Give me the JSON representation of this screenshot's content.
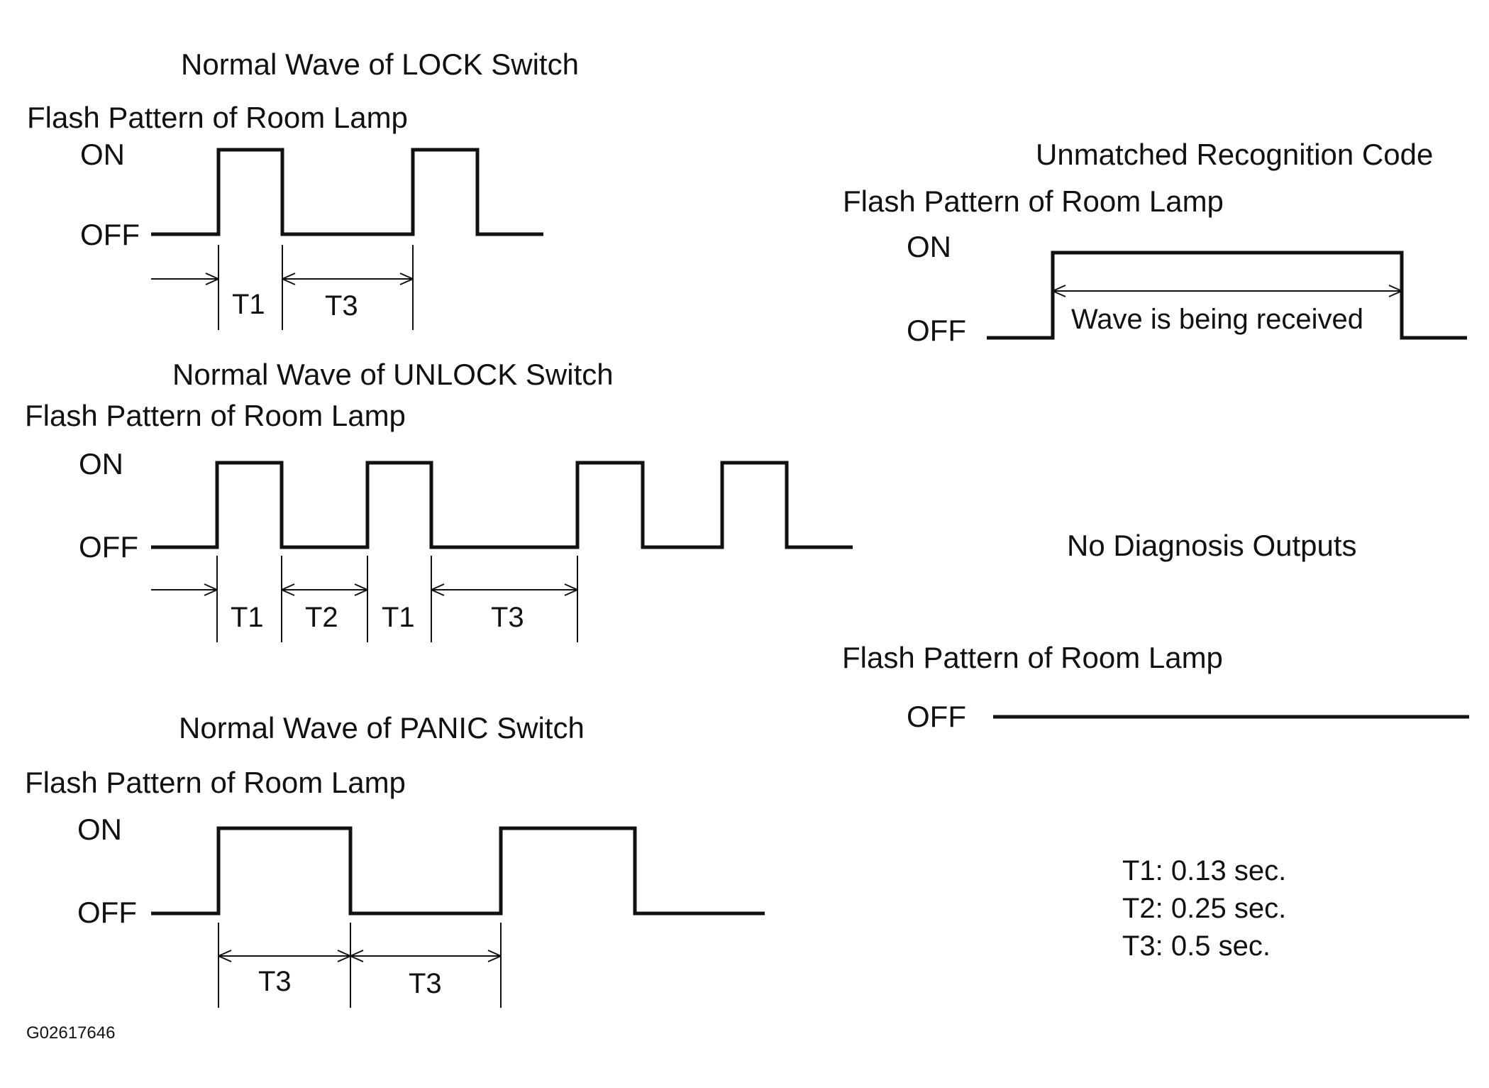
{
  "lock": {
    "title": "Normal Wave of LOCK Switch",
    "subtitle": "Flash Pattern of Room Lamp",
    "on_label": "ON",
    "off_label": "OFF",
    "intervals": [
      "T1",
      "T3"
    ]
  },
  "unlock": {
    "title": "Normal Wave of UNLOCK Switch",
    "subtitle": "Flash Pattern of Room Lamp",
    "on_label": "ON",
    "off_label": "OFF",
    "intervals": [
      "T1",
      "T2",
      "T1",
      "T3"
    ]
  },
  "panic": {
    "title": "Normal Wave of PANIC Switch",
    "subtitle": "Flash Pattern of Room Lamp",
    "on_label": "ON",
    "off_label": "OFF",
    "intervals": [
      "T3",
      "T3"
    ]
  },
  "unmatched": {
    "title": "Unmatched Recognition Code",
    "subtitle": "Flash Pattern of Room Lamp",
    "on_label": "ON",
    "off_label": "OFF",
    "span_label": "Wave is being received"
  },
  "no_diag": {
    "title": "No Diagnosis Outputs",
    "subtitle": "Flash Pattern of Room Lamp",
    "off_label": "OFF"
  },
  "legend": [
    "T1: 0.13 sec.",
    "T2: 0.25 sec.",
    "T3: 0.5 sec."
  ],
  "ref_code": "G02617646"
}
